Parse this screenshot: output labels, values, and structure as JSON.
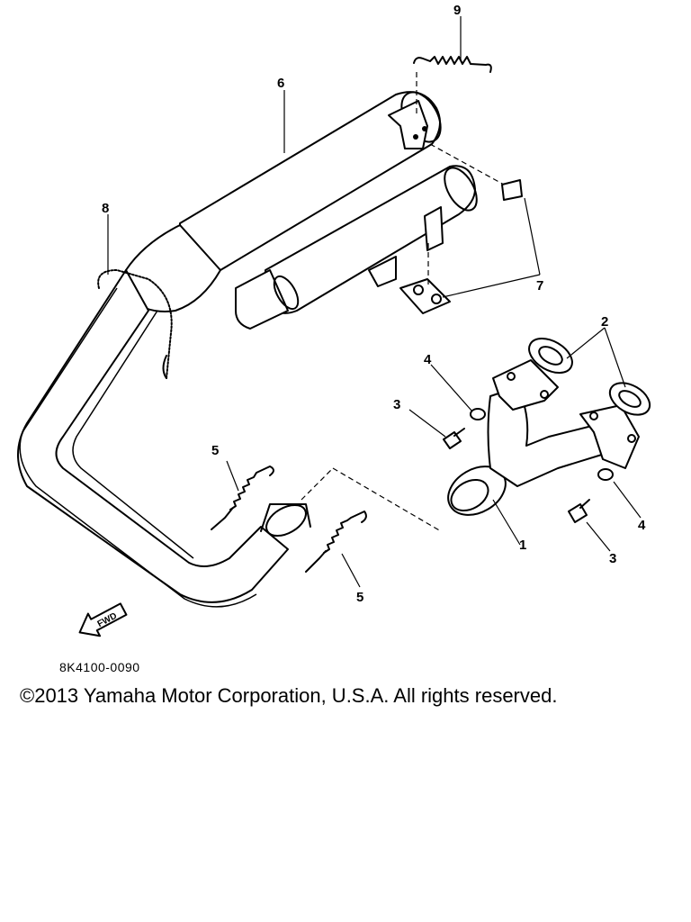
{
  "diagram": {
    "callouts": {
      "c1": "1",
      "c2": "2",
      "c3a": "3",
      "c3b": "3",
      "c4a": "4",
      "c4b": "4",
      "c5a": "5",
      "c5b": "5",
      "c6": "6",
      "c7": "7",
      "c8": "8",
      "c9": "9"
    },
    "fwd_label": "FWD",
    "diagram_code": "8K4100-0090"
  },
  "footer": {
    "copyright": "©2013 Yamaha Motor Corporation, U.S.A. All rights reserved."
  }
}
